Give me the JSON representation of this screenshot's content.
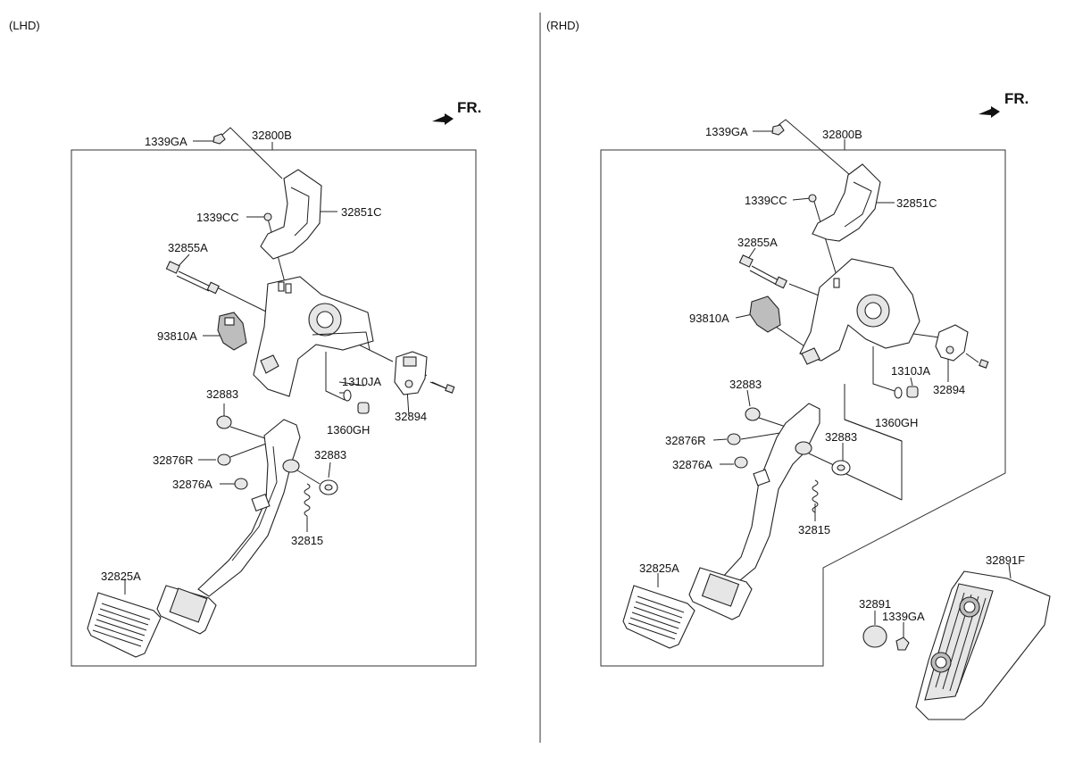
{
  "sections": {
    "left": {
      "tag": "(LHD)",
      "direction": "FR.",
      "callouts": [
        "1339GA",
        "32800B",
        "1339CC",
        "32851C",
        "32855A",
        "93810A",
        "1310JA",
        "1360GH",
        "32894",
        "32883",
        "32876R",
        "32883",
        "32876A",
        "32815",
        "32825A"
      ]
    },
    "right": {
      "tag": "(RHD)",
      "direction": "FR.",
      "callouts": [
        "1339GA",
        "32800B",
        "1339CC",
        "32851C",
        "32855A",
        "93810A",
        "1310JA",
        "32894",
        "1360GH",
        "32883",
        "32876R",
        "32883",
        "32876A",
        "32815",
        "32825A",
        "32891F",
        "32891",
        "1339GA"
      ]
    }
  },
  "colors": {
    "line": "#222222",
    "shade": "#e6e6e6",
    "dark": "#bdbdbd"
  },
  "icons": [
    "front-arrow-icon"
  ]
}
